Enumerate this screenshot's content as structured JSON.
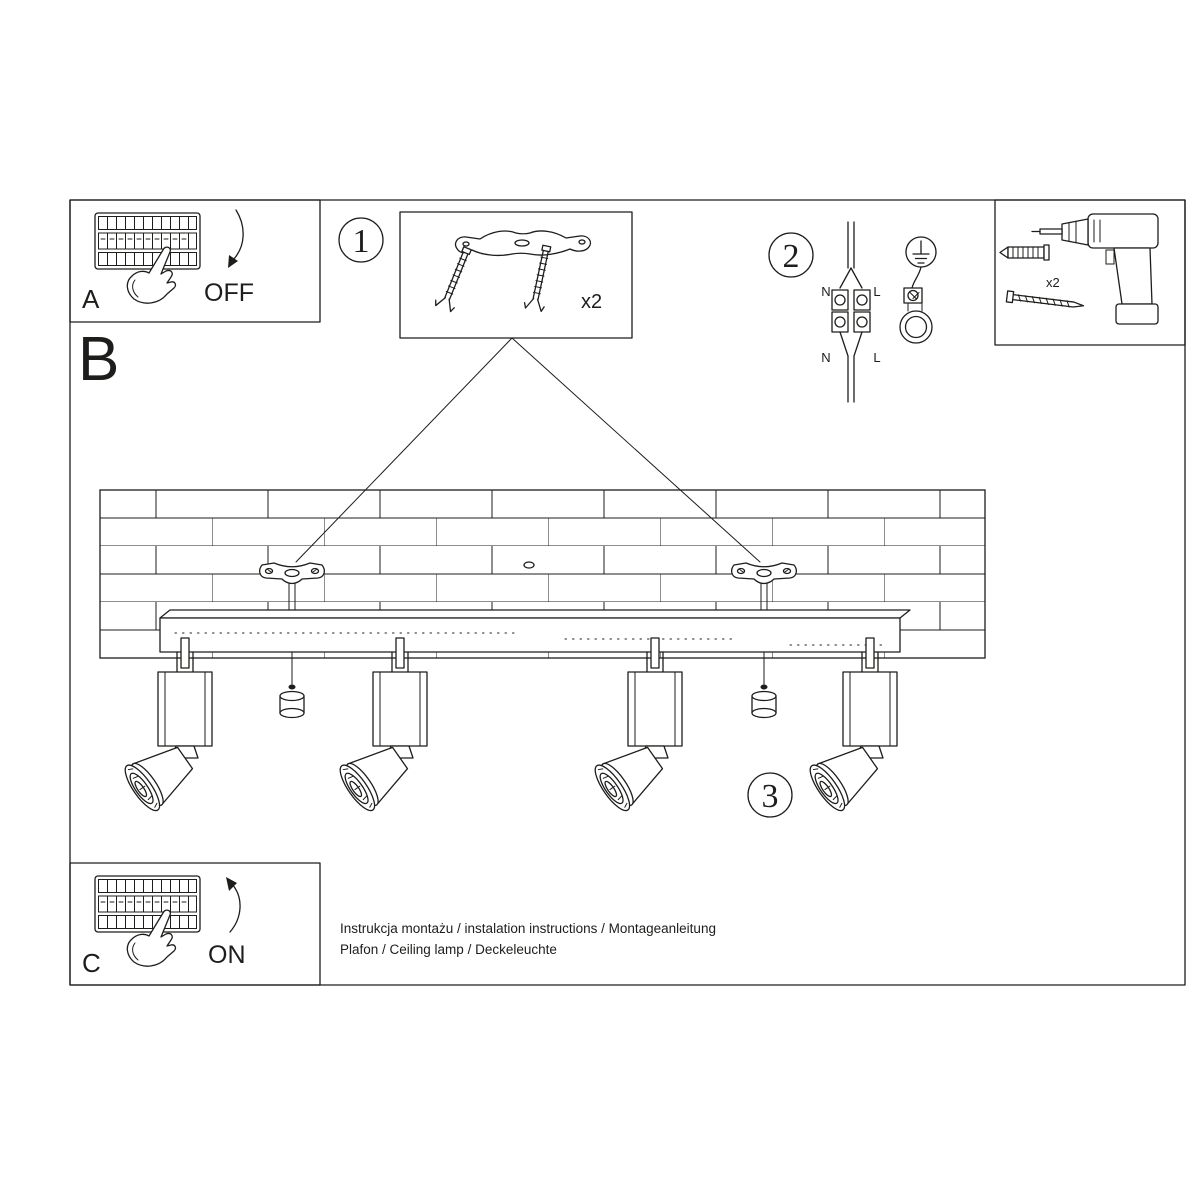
{
  "colors": {
    "line": "#1d1d1b",
    "background": "#ffffff"
  },
  "panel_a": {
    "label": "A",
    "state": "OFF"
  },
  "panel_c": {
    "label": "C",
    "state": "ON"
  },
  "section_b": {
    "label": "B"
  },
  "step1": {
    "number": "1",
    "bracket_quantity": "x2"
  },
  "step2": {
    "number": "2",
    "n_top": "N",
    "l_top": "L",
    "n_bottom": "N",
    "l_bottom": "L"
  },
  "step3": {
    "number": "3"
  },
  "tools": {
    "anchor_quantity": "x2"
  },
  "footer": {
    "line1": "Instrukcja montażu / instalation instructions / Montageanleitung",
    "line2": "Plafon / Ceiling lamp / Deckeleuchte"
  }
}
